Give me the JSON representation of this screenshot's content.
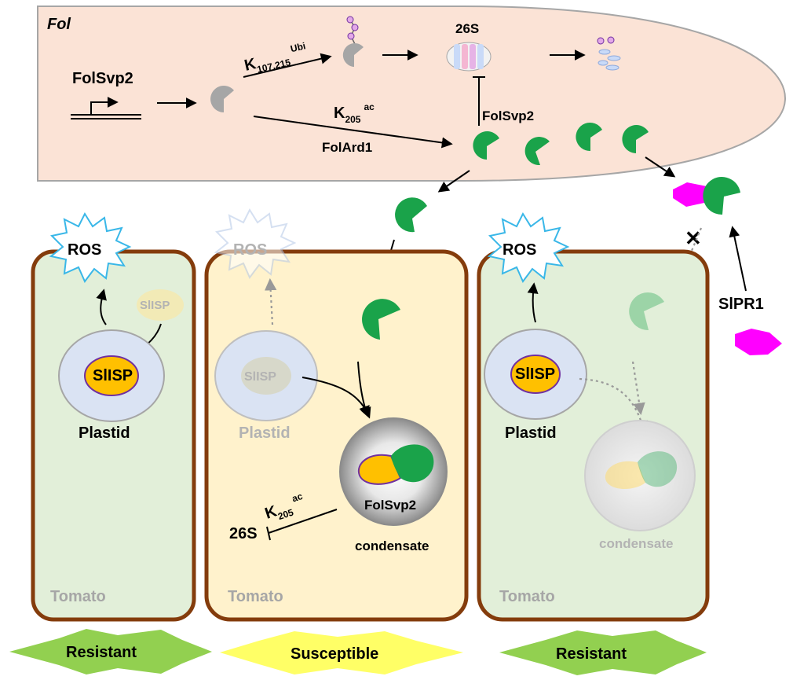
{
  "fungus": {
    "name": "Fol",
    "gene": "FolSvp2",
    "ubi_site_base": "K",
    "ubi_site_sub": "107,215",
    "ubi_site_sup": "Ubi",
    "proteasome": "26S",
    "ac_site_base": "K",
    "ac_site_sub": "205",
    "ac_site_sup": "ac",
    "acetyltransferase": "FolArd1",
    "effector_label": "FolSvp2"
  },
  "cells": [
    {
      "ros": "ROS",
      "protein": "SlISP",
      "organelle": "Plastid",
      "host": "Tomato",
      "outcome": "Resistant"
    },
    {
      "ros": "ROS",
      "protein": "SlISP",
      "organelle": "Plastid",
      "host": "Tomato",
      "outcome": "Susceptible",
      "condensate_protein": "FolSvp2",
      "condensate": "condensate",
      "ac_site_base": "K",
      "ac_site_sub": "205",
      "ac_site_sup": "ac",
      "proteasome": "26S"
    },
    {
      "ros": "ROS",
      "protein": "SlISP",
      "organelle": "Plastid",
      "host": "Tomato",
      "outcome": "Resistant",
      "condensate": "condensate"
    }
  ],
  "receptor": "SlPR1",
  "colors": {
    "fungus_fill": "#fbe3d6",
    "effector": "#1aa34a",
    "slisp": "#ffc000",
    "plastid": "#dae3f3",
    "cell_wall": "#843c0c",
    "resistant_cell": "#e2efd9",
    "susceptible_cell": "#fff2cc",
    "pr1": "#ff00ff"
  }
}
